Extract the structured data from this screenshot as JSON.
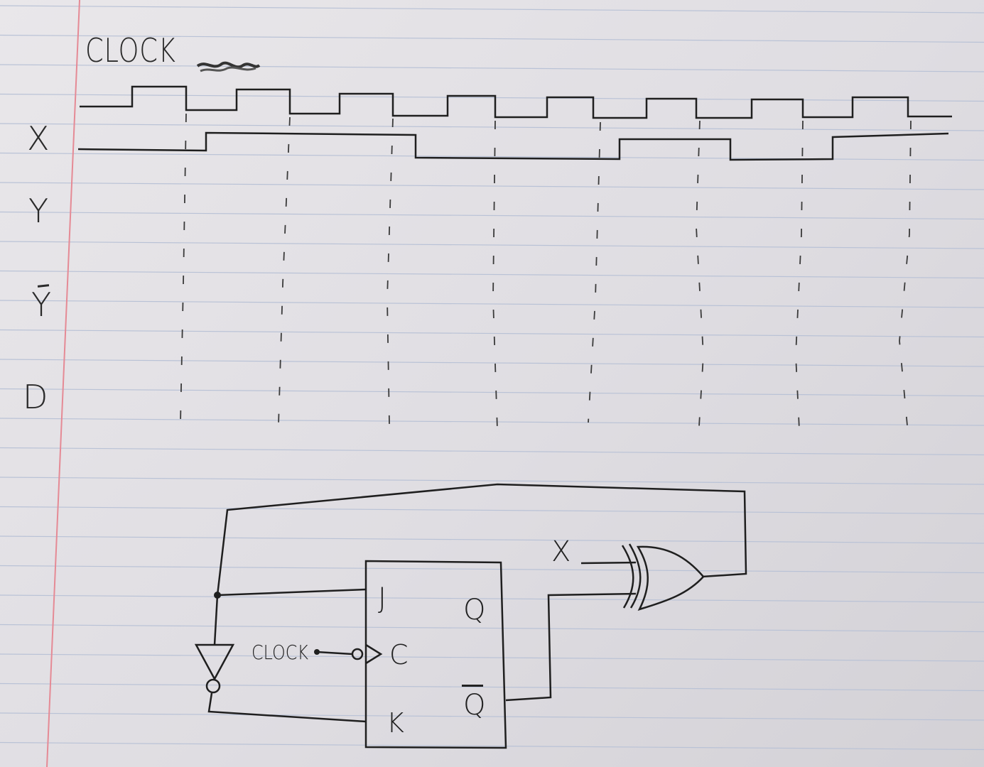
{
  "signals": {
    "clock_label": "CLOCK",
    "rows": [
      "X",
      "Y",
      "Y",
      "D"
    ]
  },
  "circuit": {
    "flipflop": {
      "j_label": "J",
      "q_label": "Q",
      "clock_label": "C",
      "qbar_label": "Q",
      "k_label": "K"
    },
    "x_input_label": "X",
    "clock_input_label": "CLOCK"
  },
  "colors": {
    "ink": "#222222",
    "rule_line": "#b9c2d6",
    "margin_line": "#e58a95",
    "paper": "#e6e4e8"
  }
}
